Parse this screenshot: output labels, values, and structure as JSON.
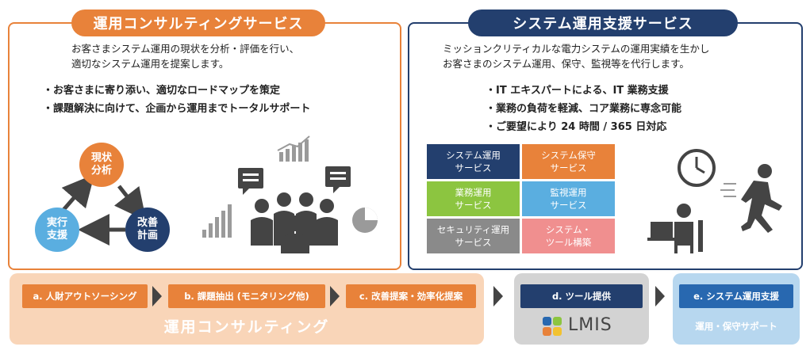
{
  "left": {
    "title": "運用コンサルティングサービス",
    "desc": [
      "お客さまシステム運用の現状を分析・評価を行い、",
      "適切なシステム運用を提案します。"
    ],
    "bullets": [
      "・お客さまに寄り添い、適切なロードマップを策定",
      "・課題解決に向けて、企画から運用までトータルサポート"
    ],
    "cycle": {
      "top": "現状\n分析",
      "right": "改善\n計画",
      "left": "実行\n支援"
    }
  },
  "right": {
    "title": "システム運用支援サービス",
    "desc": [
      "ミッションクリティカルな電力システムの運用実績を生かし",
      "お客さまのシステム運用、保守、監視等を代行します。"
    ],
    "bullets": [
      "・IT エキスパートによる、IT 業務支援",
      "・業務の負荷を軽減、コア業務に専念可能",
      "・ご要望により 24 時間 / 365 日対応"
    ],
    "services": [
      {
        "label": "システム運用\nサービス",
        "color": "#233f6e"
      },
      {
        "label": "システム保守\nサービス",
        "color": "#e8823a"
      },
      {
        "label": "業務運用\nサービス",
        "color": "#8cc540"
      },
      {
        "label": "監視運用\nサービス",
        "color": "#5aaee0"
      },
      {
        "label": "セキュリティ運用\nサービス",
        "color": "#8a8a8a"
      },
      {
        "label": "システム・\nツール構築",
        "color": "#f08f8f"
      }
    ]
  },
  "bottom": {
    "steps": [
      "a. 人財アウトソーシング",
      "b. 課題抽出 (モニタリング他)",
      "c. 改善提案・効率化提案",
      "d. ツール提供",
      "e. システム運用支援"
    ],
    "consulting_label": "運用コンサルティング",
    "lmis_label": "LMIS",
    "support_label": "運用・保守サポート"
  },
  "colors": {
    "orange": "#e8823a",
    "navy": "#233f6e",
    "blue": "#2868b0",
    "peach": "#f9d5b8",
    "gray_band": "#d3d3d3",
    "light_blue": "#b7d7ef"
  }
}
